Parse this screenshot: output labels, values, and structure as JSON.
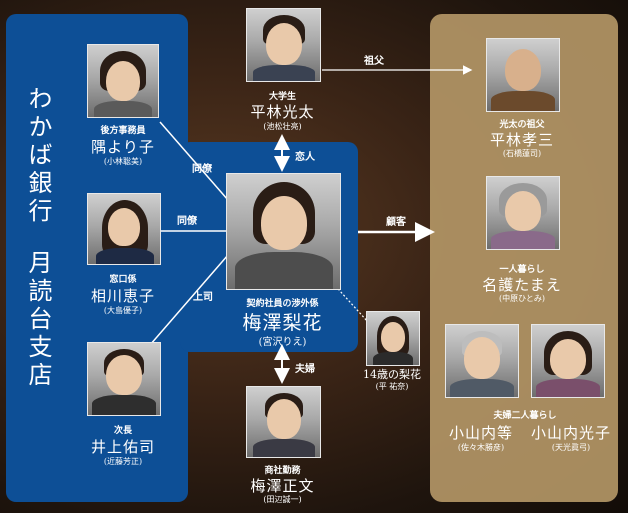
{
  "bank": {
    "title1": "わかば銀行",
    "title2": "月読台支店"
  },
  "people": {
    "gotou": {
      "role": "後方事務員",
      "name": "隅より子",
      "actor": "(小林聡美)"
    },
    "aikawa": {
      "role": "窓口係",
      "name": "相川恵子",
      "actor": "(大島優子)"
    },
    "inoue": {
      "role": "次長",
      "name": "井上佑司",
      "actor": "(近藤芳正)"
    },
    "kota": {
      "role": "大学生",
      "name": "平林光太",
      "actor": "(池松壮亮)"
    },
    "rika": {
      "role": "契約社員の渉外係",
      "name": "梅澤梨花",
      "actor": "(宮沢りえ)"
    },
    "young_rika": {
      "name": "14歳の梨花",
      "actor": "(平 祐奈)"
    },
    "masafumi": {
      "role": "商社勤務",
      "name": "梅澤正文",
      "actor": "(田辺誠一)"
    },
    "kozo": {
      "role": "光太の祖父",
      "name": "平林孝三",
      "actor": "(石橋蓮司)"
    },
    "tamae": {
      "role": "一人暮らし",
      "name": "名護たまえ",
      "actor": "(中原ひとみ)"
    },
    "koyamauchi": {
      "role": "夫婦二人暮らし",
      "husband": "小山内等",
      "husband_actor": "(佐々木勝彦)",
      "wife": "小山内光子",
      "wife_actor": "(天光眞弓)"
    }
  },
  "relations": {
    "colleague1": "同僚",
    "colleague2": "同僚",
    "boss": "上司",
    "lover": "恋人",
    "husband": "夫婦",
    "customer": "顧客",
    "grandfather": "祖父"
  }
}
